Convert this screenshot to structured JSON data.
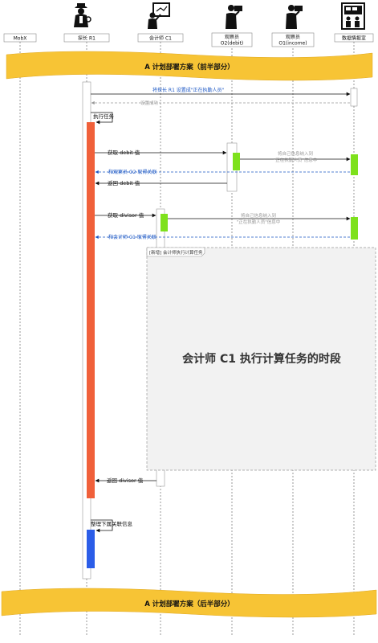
{
  "participants": [
    {
      "id": "mobx",
      "label": "MobX",
      "icon": "none"
    },
    {
      "id": "r1",
      "label": "探长 R1",
      "icon": "detective-icon"
    },
    {
      "id": "c1",
      "label": "会计师 C1",
      "icon": "presenter-icon"
    },
    {
      "id": "o2",
      "label": "观察员 O2(debit)",
      "line1": "观察员",
      "line2": "O2(debit)",
      "icon": "camera-operator-icon"
    },
    {
      "id": "o1",
      "label": "观察员 O1(income)",
      "line1": "观察员",
      "line2": "O1(income)",
      "icon": "camera-operator-icon"
    },
    {
      "id": "db",
      "label": "数据情报室",
      "icon": "control-room-icon"
    }
  ],
  "bands": {
    "top": "A 计划部署方案（前半部分）",
    "bottom": "A 计划部署方案（后半部分）"
  },
  "messages": {
    "set_running": "将探长 R1 设置成\"正在执勤人员\"",
    "set_ok": "设置成功",
    "execute": "执行任务",
    "get_debit": "获取 debit 值",
    "o2_to_db_1": "将自己信息纳入到",
    "o2_to_db_2": "\"正在执勤人员\"信息中",
    "link_o2": "和观察员 O2 取得关联",
    "return_debit": "返回 debit 值",
    "get_divisor": "获取 divisor 值",
    "c1_to_db_1": "将自己信息纳入到",
    "c1_to_db_2": "\"正在执勤人员\"信息中",
    "link_c1": "和会计师 C1 取得关联",
    "return_divisor": "返回 divisor 值",
    "organize": "整理下属关联信息"
  },
  "frame": {
    "tag": "[新增] 会计师执行计算任务",
    "title": "会计师 C1 执行计算任务的时段"
  },
  "colors": {
    "band": "#f7c435",
    "activation_main": "#f0603a",
    "activation_green": "#7ee11c",
    "activation_blue": "#2b5de8",
    "message_blue": "#1a56c4",
    "message_gray": "#999999"
  }
}
